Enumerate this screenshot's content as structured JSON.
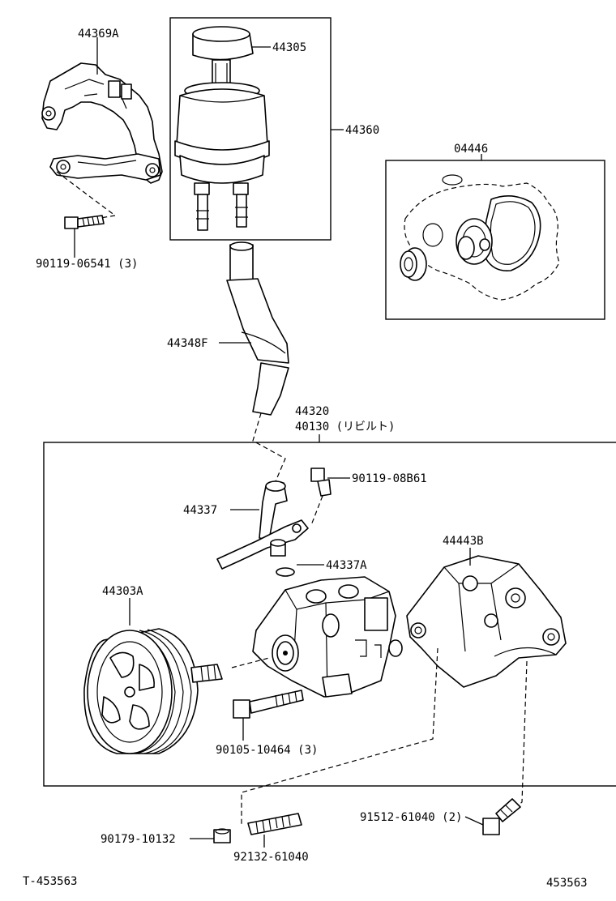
{
  "labels": {
    "bracket_upper": "44369A",
    "cap": "44305",
    "reservoir_assy": "44360",
    "gasket_kit": "04446",
    "bolt_upper": "90119-06541 (3)",
    "hose": "44348F",
    "pump_assy_1": "44320",
    "pump_assy_2": "40130 (リビルト)",
    "bolt_union": "90119-08B61",
    "union": "44337",
    "oring": "44337A",
    "bracket_lower": "44443B",
    "pulley": "44303A",
    "bolt_pump": "90105-10464 (3)",
    "bolt_bracket": "91512-61040 (2)",
    "nut": "90179-10132",
    "stud": "92132-61040"
  },
  "footer": {
    "left_code": "T-453563",
    "right_code": "453563"
  }
}
